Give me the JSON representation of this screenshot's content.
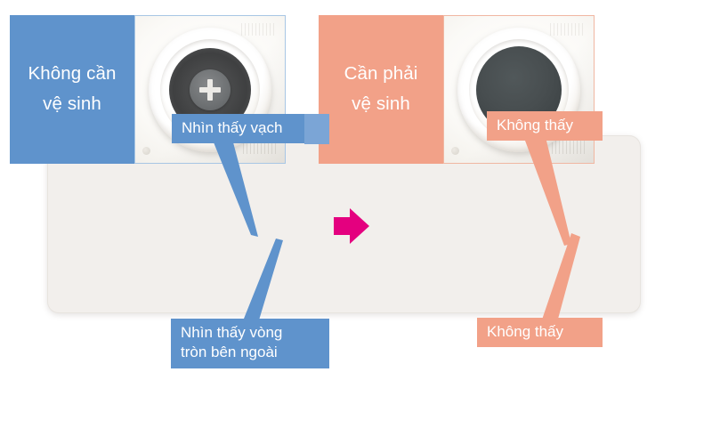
{
  "panels": {
    "left": {
      "caption_line1": "Không cần",
      "caption_line2": "vệ sinh",
      "caption_color": "#5f93cc",
      "state": "clean"
    },
    "right": {
      "caption_line1": "Cần phải",
      "caption_line2": "vệ sinh",
      "caption_color": "#f2a188",
      "state": "dirty"
    }
  },
  "arrow": {
    "name": "right-arrow",
    "color": "#e4007f",
    "direction": "right"
  },
  "callouts": {
    "see_mark": "Nhìn thấy vạch",
    "see_outer_ring": "Nhìn thấy vòng\ntròn bên ngoài",
    "not_visible_top": "Không thấy",
    "not_visible_bottom": "Không thấy"
  },
  "colors": {
    "blue": "#5f93cc",
    "blue_light": "#7ba5d6",
    "salmon": "#f2a188",
    "salmon_border": "#f0b7a2",
    "blue_border": "#a8c6e4",
    "magenta": "#e4007f",
    "card_bg": "#f2efec",
    "page_bg": "#ffffff"
  }
}
